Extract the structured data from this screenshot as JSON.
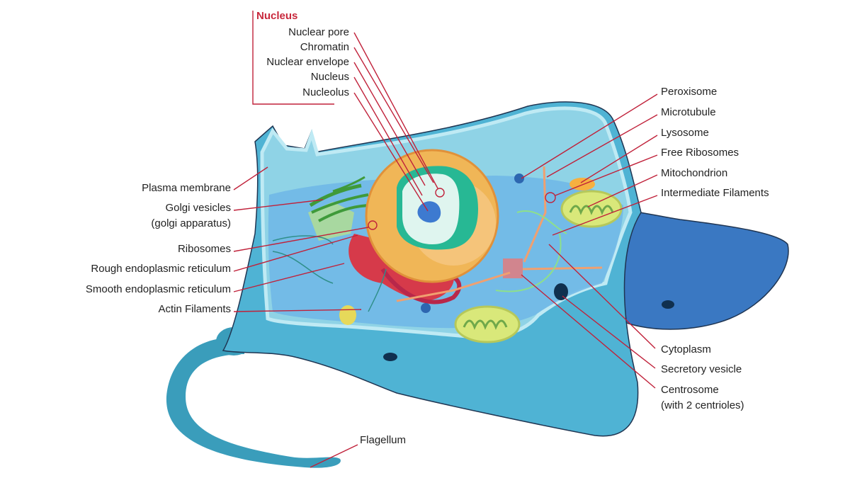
{
  "nucleus_group": {
    "title": "Nucleus",
    "labels": [
      "Nuclear pore",
      "Chromatin",
      "Nuclear envelope",
      "Nucleus",
      "Nucleolus"
    ]
  },
  "left_labels": {
    "plasma_membrane": "Plasma membrane",
    "golgi_line1": "Golgi vesicles",
    "golgi_line2": "(golgi apparatus)",
    "ribosomes": "Ribosomes",
    "rough_er": "Rough endoplasmic reticulum",
    "smooth_er": "Smooth endoplasmic reticulum",
    "actin": "Actin Filaments"
  },
  "right_labels": {
    "peroxisome": "Peroxisome",
    "microtubule": "Microtubule",
    "lysosome": "Lysosome",
    "free_ribosomes": "Free Ribosomes",
    "mitochondrion": "Mitochondrion",
    "intermediate_filaments": "Intermediate Filaments",
    "cytoplasm": "Cytoplasm",
    "secretory_vesicle": "Secretory vesicle",
    "centrosome_line1": "Centrosome",
    "centrosome_line2": "(with 2 centrioles)"
  },
  "bottom_labels": {
    "flagellum": "Flagellum"
  },
  "colors": {
    "leader_line": "#c0213a",
    "header_red": "#c8283c",
    "outer_cell": "#4fb3d4",
    "cytoplasm": "#8fd3e6",
    "inner_cytoplasm": "#6fb6e6",
    "dark_lobe": "#3a78c2",
    "nucleus_envelope": "#f0b657",
    "chromatin": "#27b894",
    "nucleoplasm": "#dff5ef",
    "nucleolus": "#3d7ad0",
    "rough_er": "#d63a4a",
    "golgi": "#3f9a3a",
    "mitochondrion": "#d9e87a"
  }
}
